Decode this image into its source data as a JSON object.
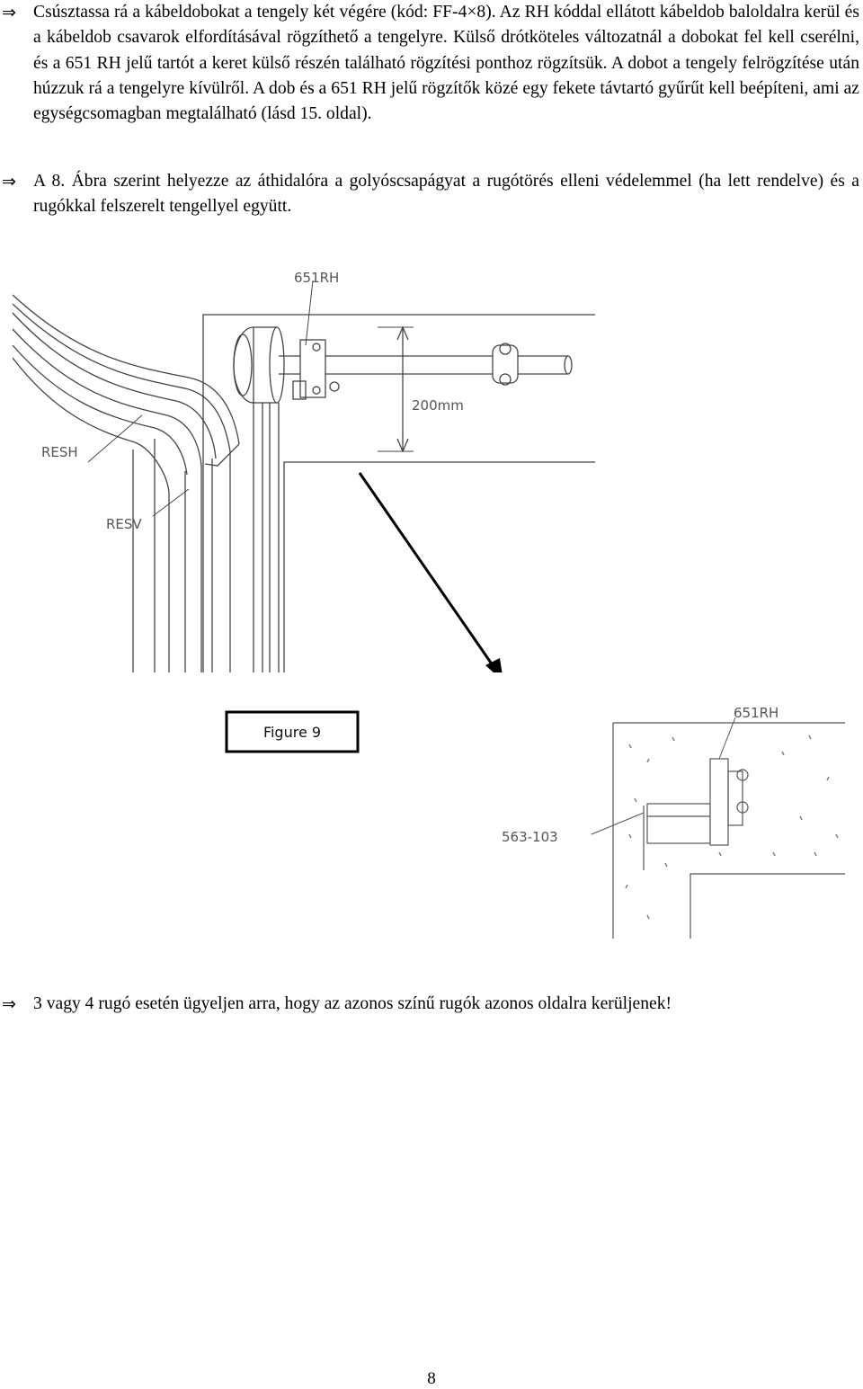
{
  "paragraphs": [
    {
      "bullet": "⇒",
      "text": "Csúsztassa rá a kábeldobokat a tengely két végére (kód: FF-4×8). Az RH kóddal ellátott kábeldob baloldalra kerül és a kábeldob csavarok elfordításával rögzíthető a tengelyre. Külső drótköteles változatnál a dobokat fel kell cserélni, és a 651 RH jelű tartót a keret külső részén található rögzítési ponthoz rögzítsük. A dobot a tengely felrögzítése után húzzuk rá a tengelyre kívülről. A dob és a 651 RH jelű rögzítők közé egy fekete távtartó gyűrűt kell beépíteni, ami az egységcsomagban megtalálható (lásd 15. oldal)."
    },
    {
      "bullet": "⇒",
      "text": "A 8. Ábra szerint helyezze az áthidalóra a golyóscsapágyat a rugótörés elleni védelemmel (ha lett rendelve) és a rugókkal felszerelt tengellyel együtt."
    },
    {
      "bullet": "⇒",
      "text": "3 vagy 4 rugó esetén ügyeljen arra, hogy az azonos színű rugók azonos oldalra kerüljenek!"
    }
  ],
  "figure": {
    "labels": {
      "bracket_top": "651RH",
      "dimension": "200mm",
      "resh": "RESH",
      "resv": "RESV",
      "figure_caption": "Figure 9",
      "bracket_detail": "651RH",
      "part_code": "563-103"
    }
  },
  "page_number": "8"
}
